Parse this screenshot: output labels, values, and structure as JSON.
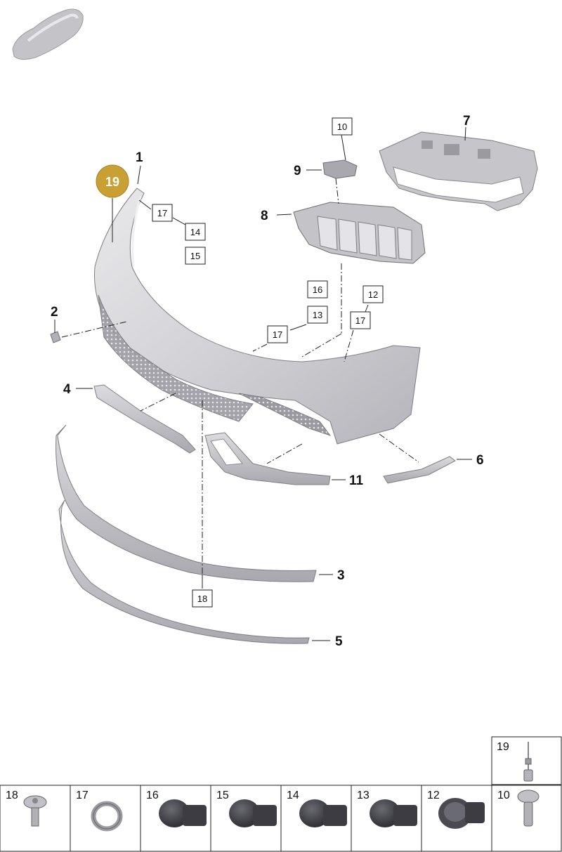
{
  "callouts": {
    "p1": "1",
    "p2": "2",
    "p3": "3",
    "p4": "4",
    "p5": "5",
    "p6": "6",
    "p7": "7",
    "p8": "8",
    "p9": "9",
    "p11": "11"
  },
  "boxes": {
    "b10": "10",
    "b17a": "17",
    "b14": "14",
    "b15": "15",
    "b16": "16",
    "b13": "13",
    "b17b": "17",
    "b12": "12",
    "b17c": "17",
    "b18": "18"
  },
  "highlight": {
    "label": "19",
    "color": "#c9a033"
  },
  "parts_strip": {
    "top_cell": "19",
    "cells": [
      "18",
      "17",
      "16",
      "15",
      "14",
      "13",
      "12",
      "10"
    ]
  },
  "colors": {
    "part_fill": "#c8c8cc",
    "part_edge": "#8a8a90",
    "sensor": "#3c3c42"
  }
}
